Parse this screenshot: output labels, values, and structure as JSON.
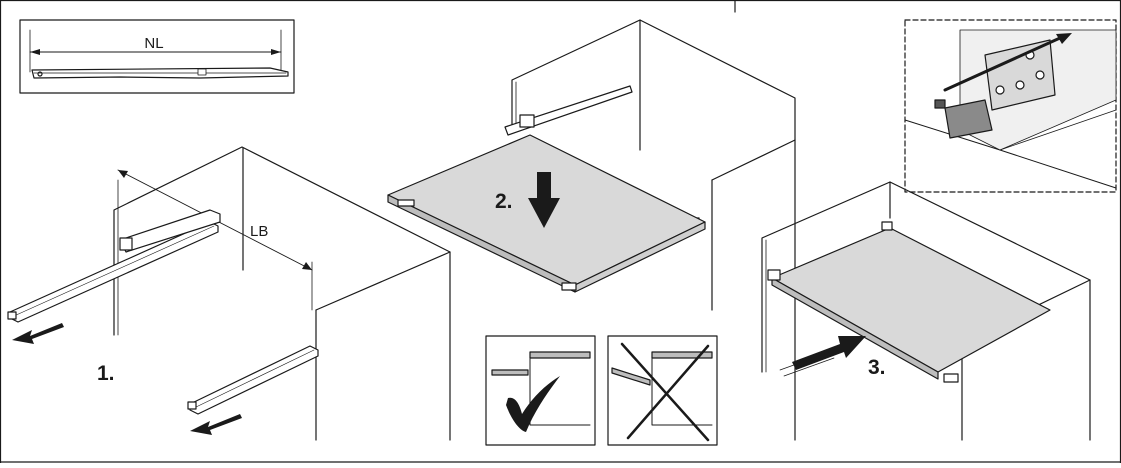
{
  "labels": {
    "nl": "NL",
    "lb": "LB",
    "step1": "1.",
    "step2": "2.",
    "step3": "3."
  },
  "colors": {
    "line": "#1a1a1a",
    "panel_fill": "#d9d9d9",
    "panel_edge": "#bdbdbd",
    "arrow": "#1a1a1a",
    "background": "#ffffff"
  },
  "icons": {
    "correct": "check-mark-icon",
    "wrong": "cross-mark-icon"
  }
}
